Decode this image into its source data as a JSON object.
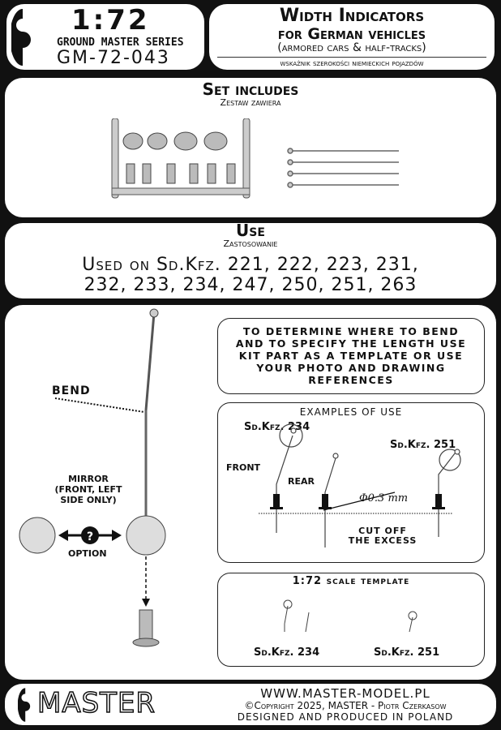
{
  "header": {
    "scale": "1:72",
    "series": "GROUND MASTER SERIES",
    "code": "GM-72-043",
    "title": "Width Indicators",
    "subtitle": "for German vehicles",
    "subtitle2": "(armored cars & half-tracks)",
    "polish_title": "wskaźnik szerokości niemieckich pojazdów"
  },
  "set": {
    "title": "Set includes",
    "subtitle": "Zestaw zawiera"
  },
  "use": {
    "title": "Use",
    "subtitle": "Zastosowanie",
    "line1": "Used on Sd.Kfz. 221, 222, 223, 231,",
    "line2": "232, 233, 234, 247, 250, 251, 263"
  },
  "instructions": {
    "bend": "BEND",
    "mirror": "MIRROR",
    "mirror_note1": "(FRONT, LEFT",
    "mirror_note2": "SIDE ONLY)",
    "option": "OPTION",
    "note": "TO DETERMINE WHERE TO BEND AND TO SPECIFY THE LENGTH USE KIT PART AS A TEMPLATE OR USE YOUR PHOTO AND DRAWING REFERENCES",
    "examples_title": "EXAMPLES OF USE",
    "ex_234": "Sd.Kfz. 234",
    "ex_251": "Sd.Kfz. 251",
    "front": "FRONT",
    "rear": "REAR",
    "diameter": "Φ0.3 mm",
    "cut1": "CUT OFF",
    "cut2": "THE EXCESS",
    "template_title": "1:72 scale template",
    "tpl_234": "Sd.Kfz. 234",
    "tpl_251": "Sd.Kfz. 251"
  },
  "footer": {
    "brand": "MASTER",
    "url": "WWW.MASTER-MODEL.PL",
    "copyright": "©Copyright 2025, MASTER - Piotr Czerkasow",
    "made": "DESIGNED AND PRODUCED IN POLAND"
  }
}
